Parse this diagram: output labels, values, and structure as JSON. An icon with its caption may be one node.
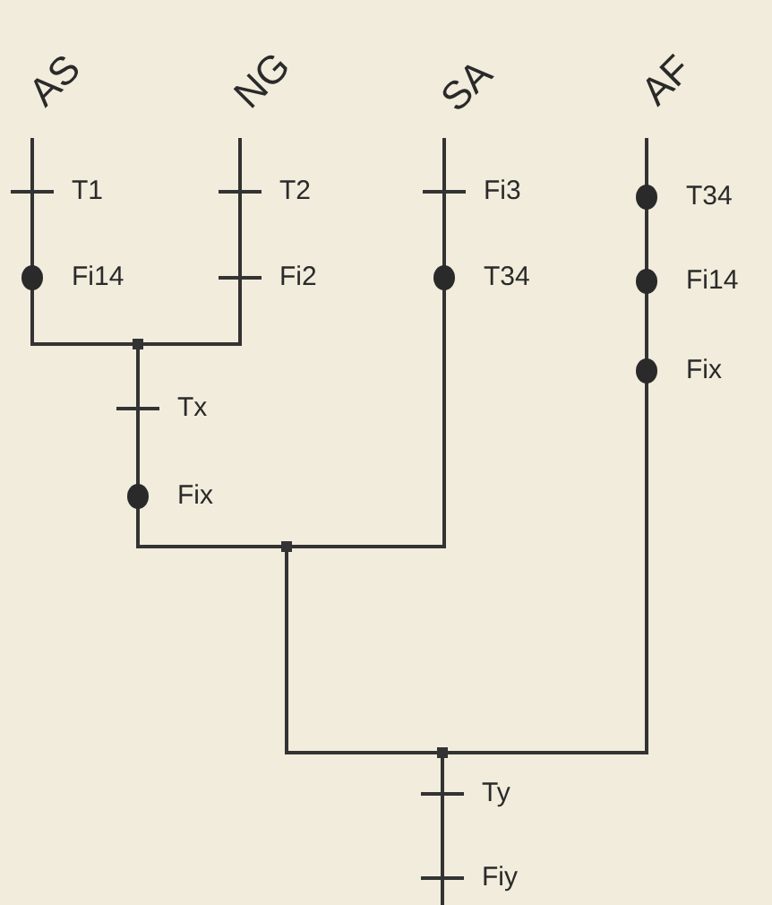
{
  "diagram": {
    "nodes": [
      {
        "text": [
          "AS"
        ]
      },
      {
        "text": [
          "NG"
        ]
      },
      {
        "text": [
          "SA"
        ]
      },
      {
        "text": [
          "AF"
        ]
      },
      {
        "text": [],
        "shape": "point"
      },
      {
        "text": [],
        "shape": "point"
      },
      {
        "text": [],
        "shape": "point"
      }
    ],
    "edges": [
      {
        "from": 4,
        "to": 0,
        "arrow": "none"
      },
      {
        "from": 4,
        "to": 1,
        "arrow": "none"
      },
      {
        "from": 5,
        "to": 4,
        "arrow": "none"
      },
      {
        "from": 5,
        "to": 2,
        "arrow": "none"
      },
      {
        "from": 6,
        "to": 5,
        "arrow": "none"
      },
      {
        "from": 6,
        "to": 3,
        "arrow": "none"
      },
      {
        "from": null,
        "to": 6,
        "arrow": "none"
      }
    ],
    "labels": [
      "T1",
      "T2",
      "Fi3",
      "T34",
      "Fi14",
      "Fi2",
      "T34",
      "Fi14",
      "Fix",
      "Tx",
      "Fix",
      "Ty",
      "Fiy"
    ]
  }
}
